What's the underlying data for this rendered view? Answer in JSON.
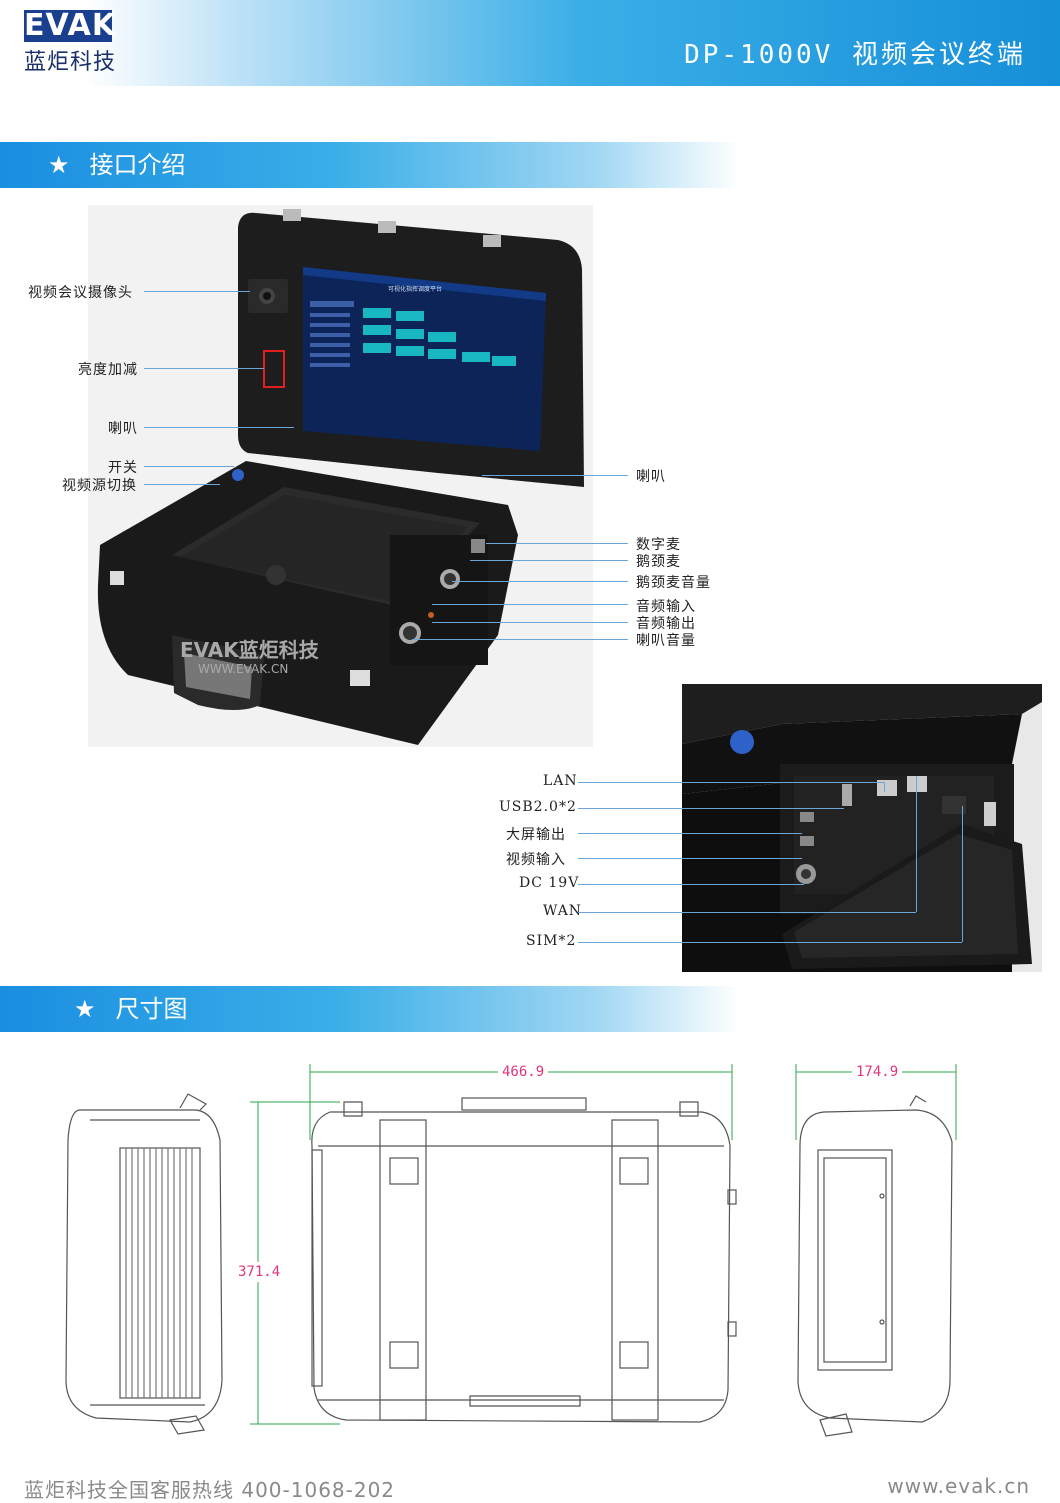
{
  "header": {
    "logo_text": "EVAK",
    "logo_cn": "蓝炬科技",
    "title": "DP-1000V 视频会议终端"
  },
  "sections": {
    "interface": "接口介绍",
    "dimension": "尺寸图"
  },
  "star": "★",
  "device": {
    "screen_title": "可视化指挥调度平台",
    "watermark_brand": "EVAK蓝炬科技",
    "watermark_url": "WWW.EVAK.CN"
  },
  "labels_left": [
    "视频会议摄像头",
    "亮度加减",
    "喇叭",
    "开关",
    "视频源切换"
  ],
  "labels_right": [
    "喇叭",
    "数字麦",
    "鹅颈麦",
    "鹅颈麦音量",
    "音频输入",
    "音频输出",
    "喇叭音量"
  ],
  "labels_port": [
    "LAN",
    "USB2.0*2",
    "大屏输出",
    "视频输入",
    "DC 19V",
    "WAN",
    "SIM*2"
  ],
  "dimensions": {
    "width": "466.9",
    "height": "371.4",
    "depth": "174.9"
  },
  "footer": {
    "hotline": "蓝炬科技全国客服热线 400-1068-202",
    "website": "www.evak.cn"
  },
  "colors": {
    "accent": "#1a8ee0",
    "dimension": "#e0357f",
    "leader_line": "#6aa6d8"
  }
}
